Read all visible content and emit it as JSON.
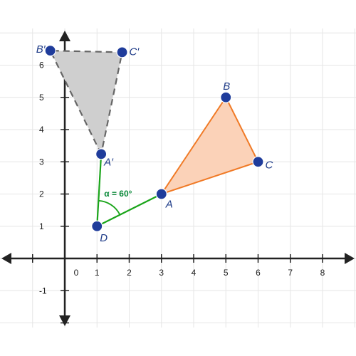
{
  "diagram": {
    "x_ticks": [
      "0",
      "1",
      "2",
      "3",
      "4",
      "5",
      "6",
      "7",
      "8"
    ],
    "y_ticks": [
      "-1",
      "1",
      "2",
      "3",
      "4",
      "5",
      "6"
    ],
    "points": {
      "A": {
        "label": "A",
        "x": 3,
        "y": 2
      },
      "B": {
        "label": "B",
        "x": 5,
        "y": 5
      },
      "C": {
        "label": "C",
        "x": 6,
        "y": 3
      },
      "D": {
        "label": "D",
        "x": 1,
        "y": 1
      },
      "A_prime": {
        "label": "A′",
        "x": 1.13,
        "y": 3.24
      },
      "B_prime": {
        "label": "B′",
        "x": -0.45,
        "y": 6.45
      },
      "C_prime": {
        "label": "C′",
        "x": 1.78,
        "y": 6.4
      }
    },
    "angle_label": "α = 60°",
    "colors": {
      "original_fill": "#fbd2b8",
      "original_stroke": "#f07a26",
      "image_fill": "#cfcfcf",
      "image_stroke": "#666666",
      "rotation_segment": "#1aa51a",
      "point": "#1f3c9b",
      "label": "#1f3c88",
      "grid": "#e6e6e6"
    }
  }
}
